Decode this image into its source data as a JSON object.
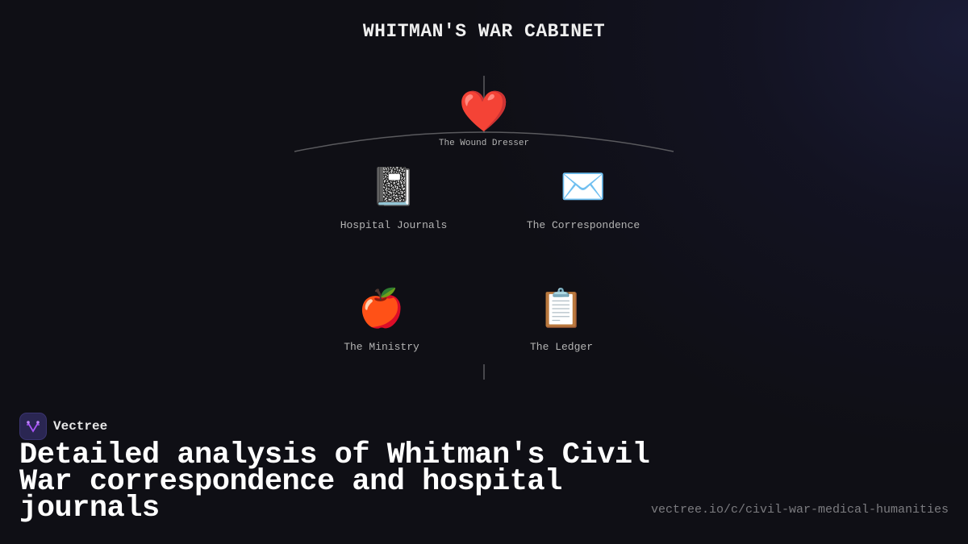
{
  "title": "WHITMAN'S WAR CABINET",
  "diagram": {
    "root": {
      "label": "The Wound Dresser",
      "icon": "❤️",
      "icon_name": "heart-icon"
    },
    "children": [
      {
        "label": "Hospital Journals",
        "icon": "📓",
        "icon_name": "notebook-icon"
      },
      {
        "label": "The Correspondence",
        "icon": "✉️",
        "icon_name": "envelope-icon"
      },
      {
        "label": "The Ministry",
        "icon": "🍎",
        "icon_name": "apple-icon"
      },
      {
        "label": "The Ledger",
        "icon": "📋",
        "icon_name": "clipboard-icon"
      }
    ],
    "colors": {
      "connector": "#5a5a5e",
      "label": "#b4b4b4"
    }
  },
  "brand": {
    "name": "Vectree",
    "logo_color": "#a855f7"
  },
  "headline": "Detailed analysis of Whitman's Civil War correspondence and hospital journals",
  "url": "vectree.io/c/civil-war-medical-humanities"
}
